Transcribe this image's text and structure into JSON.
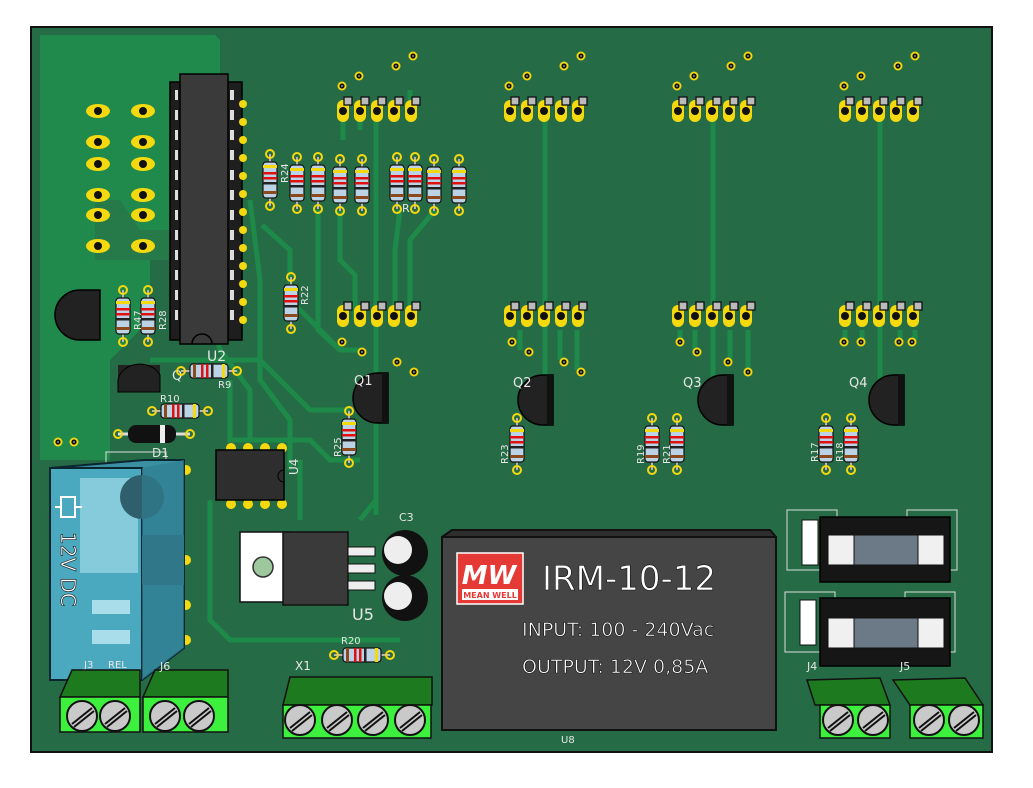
{
  "board": {
    "colors": {
      "substrate": "#256b45",
      "copper_fill": "#1f8a4c",
      "trace": "#1e8a49",
      "pad": "#f5d90f",
      "ic": "#3a3a3a",
      "terminal": "#3ef03e",
      "silk": "#e6e6e6"
    }
  },
  "designators": {
    "u2": "U2",
    "u4": "U4",
    "u5": "U5",
    "u8": "U8",
    "q1": "Q1",
    "q2": "Q2",
    "q3": "Q3",
    "q4": "Q4",
    "q5": "Q",
    "d1": "D1",
    "c3": "C3",
    "x1": "X1",
    "j3": "J3",
    "j4": "J4",
    "j5": "J5",
    "j6": "J6",
    "rel": "REL",
    "r9": "R9",
    "r10": "R10",
    "r17": "R17",
    "r18": "R18",
    "r19": "R19",
    "r20": "R20",
    "r21": "R21",
    "r22": "R22",
    "r23": "R23",
    "r24": "R24",
    "r25": "R25",
    "r28": "R28",
    "r47": "R47",
    "r_cluster": "R"
  },
  "relay": {
    "marking": "12V DC"
  },
  "power_module": {
    "brand_logo": "MW",
    "brand_name": "MEAN WELL",
    "model": "IRM-10-12",
    "input": "INPUT: 100 - 240Vac",
    "output": "OUTPUT: 12V  0,85A"
  }
}
